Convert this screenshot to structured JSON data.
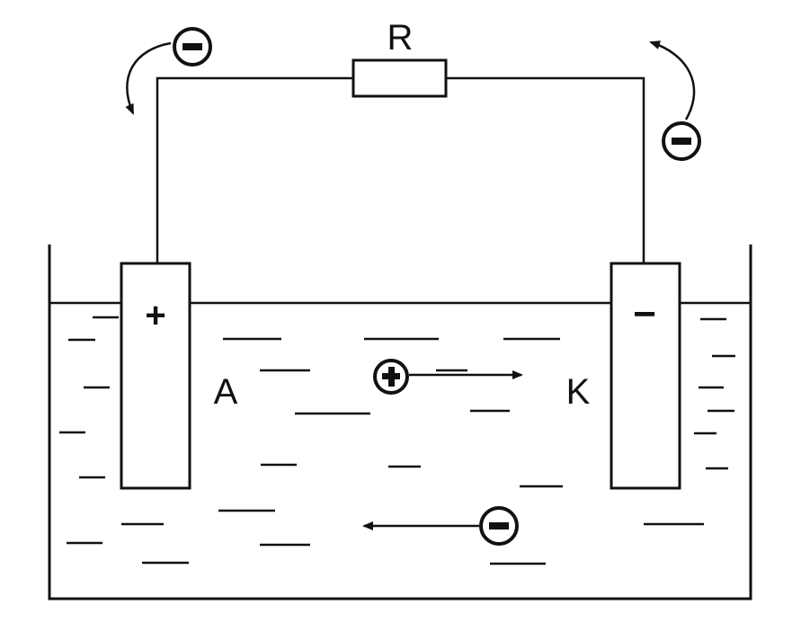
{
  "labels": {
    "resistor": "R",
    "anode": "A",
    "cathode": "K",
    "anode_sign": "+",
    "cathode_sign": "−"
  },
  "colors": {
    "ink": "#111111",
    "background": "#ffffff"
  },
  "symbols": {
    "electron": "minus-circle-icon",
    "cation": "plus-circle-icon"
  }
}
